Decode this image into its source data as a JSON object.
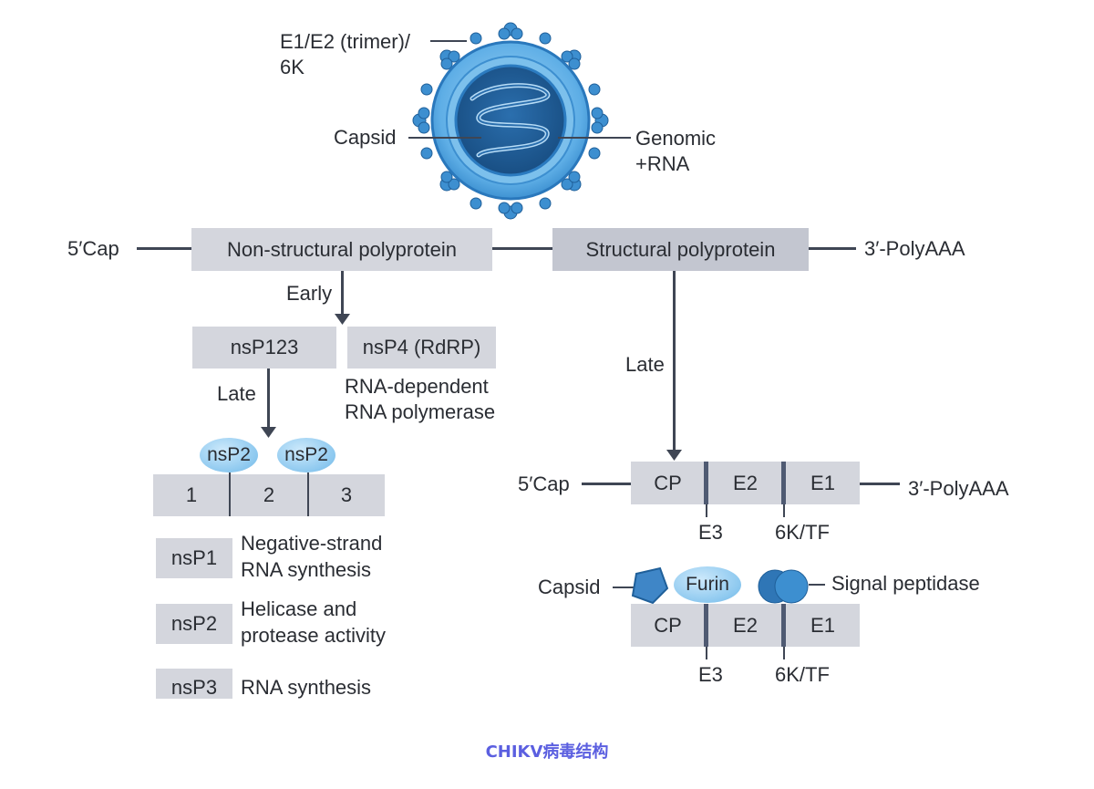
{
  "virion": {
    "label_e1e2_line1": "E1/E2 (trimer)/",
    "label_e1e2_line2": "6K",
    "label_capsid": "Capsid",
    "label_genomic_line1": "Genomic",
    "label_genomic_line2": "+RNA"
  },
  "genome": {
    "cap_5": "5′Cap",
    "nonstructural": "Non-structural polyprotein",
    "structural": "Structural polyprotein",
    "polya_3": "3′-PolyAAA"
  },
  "nonstructural_branch": {
    "early": "Early",
    "nsp123": "nsP123",
    "nsp4": "nsP4 (RdRP)",
    "rdrp_line1": "RNA-dependent",
    "rdrp_line2": "RNA polymerase",
    "late": "Late",
    "protease1": "nsP2",
    "protease2": "nsP2",
    "segments": [
      "1",
      "2",
      "3"
    ],
    "functions": [
      {
        "name": "nsP1",
        "desc_line1": "Negative-strand",
        "desc_line2": "RNA synthesis"
      },
      {
        "name": "nsP2",
        "desc_line1": "Helicase and",
        "desc_line2": "protease activity"
      },
      {
        "name": "nsP3",
        "desc_line1": "RNA synthesis",
        "desc_line2": ""
      }
    ]
  },
  "structural_branch": {
    "late": "Late",
    "cap_5": "5′Cap",
    "polya_3": "3′-PolyAAA",
    "segments": [
      "CP",
      "E2",
      "E1"
    ],
    "junction_e3": "E3",
    "junction_6k": "6K/TF",
    "capsid_label": "Capsid",
    "furin": "Furin",
    "signal_peptidase": "Signal peptidase",
    "segments_bottom": [
      "CP",
      "E2",
      "E1"
    ],
    "junction_e3_bottom": "E3",
    "junction_6k_bottom": "6K/TF"
  },
  "caption": "CHIKV病毒结构",
  "colors": {
    "box": "#d4d6dd",
    "line": "#3f4654",
    "virus_blue": "#2f84c8",
    "virus_dark": "#1f5f99",
    "caption": "#5b5fe0"
  }
}
